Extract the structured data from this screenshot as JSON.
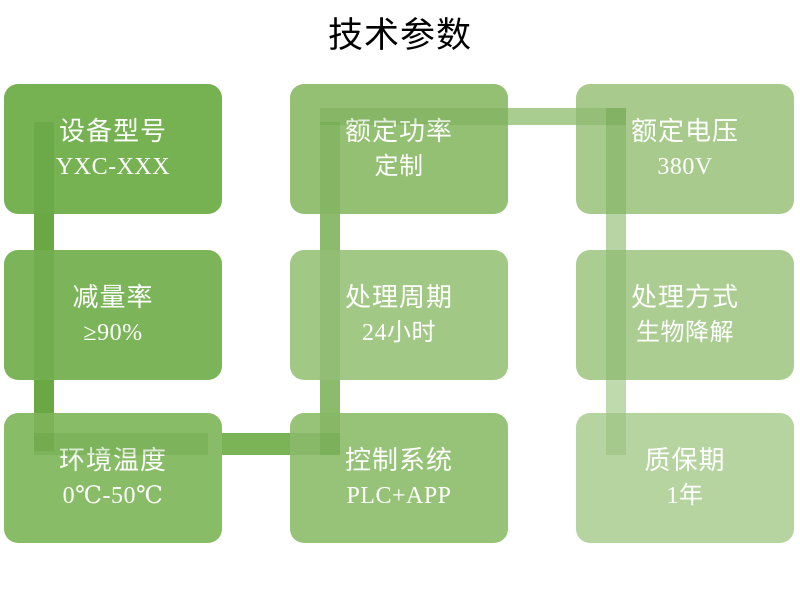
{
  "title": "技术参数",
  "palette": {
    "card_r1c1": "#76b152",
    "card_r1c2": "#93c072",
    "card_r1c3": "#a8cb8d",
    "card_r2c1": "#7cb559",
    "card_r2c2": "#a2c886",
    "card_r2c3": "#abcd92",
    "card_r3c1": "#89bc66",
    "card_r3c2": "#96c377",
    "card_r3c3": "#b6d4a0",
    "connector_dark": "#6aa844",
    "connector_mid": "#84b961",
    "connector_light": "#a9cc91",
    "connector_pale": "#c3dcb2",
    "text": "#ffffff",
    "title_text": "#000000",
    "background": "#ffffff"
  },
  "cards": [
    {
      "id": "device-model",
      "title": "设备型号",
      "value": "YXC-XXX"
    },
    {
      "id": "rated-power",
      "title": "额定功率",
      "value": "定制"
    },
    {
      "id": "rated-voltage",
      "title": "额定电压",
      "value": "380V"
    },
    {
      "id": "reduction-rate",
      "title": "减量率",
      "value": "≥90%"
    },
    {
      "id": "treatment-cycle",
      "title": "处理周期",
      "value": "24小时"
    },
    {
      "id": "treatment-method",
      "title": "处理方式",
      "value": "生物降解"
    },
    {
      "id": "ambient-temperature",
      "title": "环境温度",
      "value": "0℃-50℃"
    },
    {
      "id": "control-system",
      "title": "控制系统",
      "value": "PLC+APP"
    },
    {
      "id": "warranty-period",
      "title": "质保期",
      "value": "1年"
    }
  ]
}
